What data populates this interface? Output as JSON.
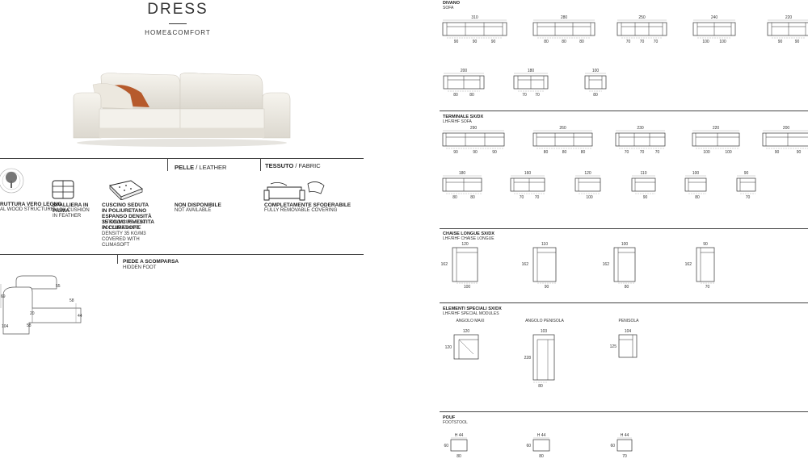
{
  "brand": {
    "title": "DRESS",
    "subtitle": "HOME&COMFORT"
  },
  "features": {
    "structure": {
      "bold": "RUTTURA VERO LEGNO",
      "sub": "AL WOOD STRUCTURE"
    },
    "back": {
      "bold": "SPALLIERA IN PIUMA",
      "sub": "BACK CUSHION IN FEATHER"
    },
    "seat": {
      "bold": "CUSCINO SEDUTA IN POLIURETANO ESPANSO DENSITÀ 35 KG/M3 RIVESTITA IN CLIMASOFT.",
      "sub": "SITTING CUSHION POLYURETHANE DENSITY 35 KG/M3 COVERED WITH CLIMASOFT"
    },
    "leather": {
      "header_bold": "PELLE",
      "header_rest": " / LEATHER",
      "bold": "NON DISPONIBILE",
      "sub": "NOT AVAILABLE"
    },
    "fabric": {
      "header_bold": "TESSUTO",
      "header_rest": " / FABRIC",
      "bold": "COMPLETAMENTE SFODERABILE",
      "sub": "FULLY REMOVABLE COVERING"
    }
  },
  "foot": {
    "header_bold": "PIEDE A SCOMPARSA",
    "header_sub": "HIDDEN FOOT"
  },
  "profile_dims": {
    "h_back": "69",
    "depth": "104",
    "arm": "20",
    "seat_h": "58",
    "back_h": "55",
    "seat_d": "58",
    "arm_h": "44"
  },
  "sections": {
    "divano": {
      "title": "DIVANO",
      "sub": "SOFA"
    },
    "terminale": {
      "title": "TERMINALE SX/DX",
      "sub": "LHF/RHF SOFA"
    },
    "chaise": {
      "title": "CHAISE LONGUE SX/DX",
      "sub": "LHF/RHF CHAISE LONGUE"
    },
    "speciali": {
      "title": "ELEMENTI SPECIALI SX/DX",
      "sub": "LHF/RHF SPECIAL MODULES"
    },
    "pouf": {
      "title": "POUF",
      "sub": "FOOTSTOOL"
    }
  },
  "divano_row1": [
    {
      "w": "310",
      "seats": [
        "90",
        "90",
        "90"
      ]
    },
    {
      "w": "280",
      "seats": [
        "80",
        "80",
        "80"
      ]
    },
    {
      "w": "250",
      "seats": [
        "70",
        "70",
        "70"
      ]
    },
    {
      "w": "240",
      "seats": [
        "100",
        "100"
      ]
    },
    {
      "w": "220",
      "seats": [
        "90",
        "90"
      ]
    }
  ],
  "divano_row2": [
    {
      "w": "200",
      "seats": [
        "80",
        "80"
      ]
    },
    {
      "w": "180",
      "seats": [
        "70",
        "70"
      ]
    },
    {
      "w": "100",
      "seats": [
        "80"
      ]
    }
  ],
  "term_row1": [
    {
      "w": "290",
      "seats": [
        "90",
        "90",
        "90"
      ]
    },
    {
      "w": "260",
      "seats": [
        "80",
        "80",
        "80"
      ]
    },
    {
      "w": "230",
      "seats": [
        "70",
        "70",
        "70"
      ]
    },
    {
      "w": "220",
      "seats": [
        "100",
        "100"
      ]
    },
    {
      "w": "200",
      "seats": [
        "90",
        "90"
      ]
    }
  ],
  "term_row2": [
    {
      "w": "180",
      "seats": [
        "80",
        "80"
      ]
    },
    {
      "w": "160",
      "seats": [
        "70",
        "70"
      ]
    },
    {
      "w": "120",
      "seats": [
        "100"
      ]
    },
    {
      "w": "110",
      "seats": [
        "90"
      ]
    },
    {
      "w": "100",
      "seats": [
        "80"
      ]
    },
    {
      "w": "90",
      "seats": [
        "70"
      ]
    }
  ],
  "chaise": [
    {
      "w": "120",
      "d": "162",
      "seat": "100"
    },
    {
      "w": "110",
      "d": "162",
      "seat": "90"
    },
    {
      "w": "100",
      "d": "162",
      "seat": "80"
    },
    {
      "w": "90",
      "d": "162",
      "seat": "70"
    }
  ],
  "speciali": [
    {
      "name": "ANGOLO MAXI",
      "w": "120",
      "d": "120"
    },
    {
      "name": "ANGOLO PENISOLA",
      "w": "103",
      "d": "228",
      "seat": "80"
    },
    {
      "name": "PENISOLA",
      "w": "104",
      "d": "125"
    }
  ],
  "pouf": [
    {
      "h": "H 44",
      "w": "80",
      "d": "60"
    },
    {
      "h": "H 44",
      "w": "80",
      "d": "60"
    },
    {
      "h": "H 44",
      "w": "70",
      "d": "60"
    }
  ]
}
